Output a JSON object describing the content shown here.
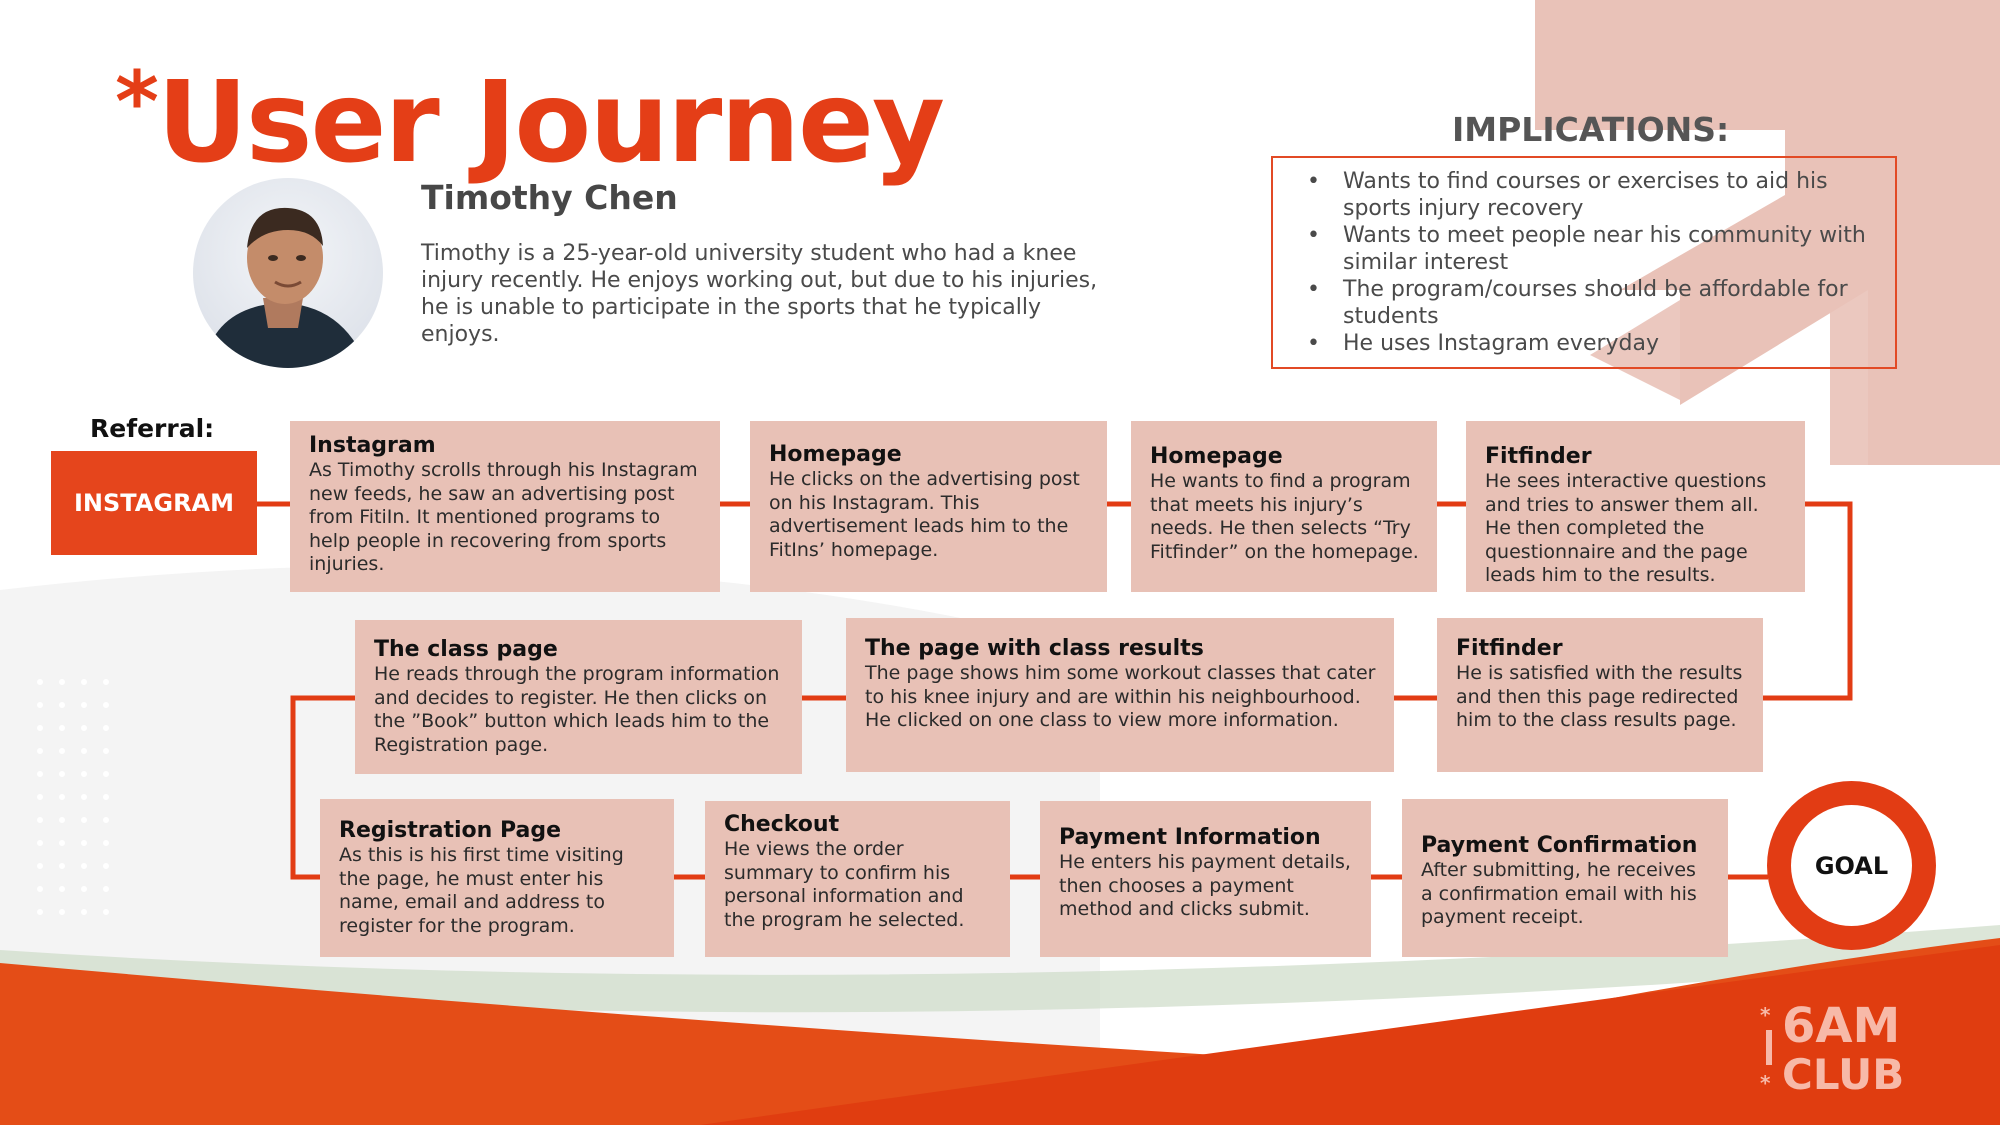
{
  "title": "User Journey",
  "title_mark": "*",
  "persona": {
    "name": "Timothy Chen",
    "description": "Timothy is a 25-year-old university student who had a knee injury recently. He enjoys working out, but due to his injuries, he is unable to participate in the sports that he typically enjoys."
  },
  "implications": {
    "title": "IMPLICATIONS:",
    "items": [
      "Wants to find courses or exercises to aid his sports injury recovery",
      "Wants to meet people near his community with similar interest",
      "The program/courses should be affordable for students",
      "He uses Instagram everyday"
    ]
  },
  "referral": {
    "label": "Referral:",
    "source": "INSTAGRAM"
  },
  "steps": [
    {
      "title": "Instagram",
      "desc": "As Timothy scrolls through his Instagram new feeds, he saw an advertising post from FitiIn. It mentioned  programs to help people in recovering from sports injuries."
    },
    {
      "title": "Homepage",
      "desc": "He clicks on the advertising post on his Instagram. This advertisement leads him to the FitIns’ homepage."
    },
    {
      "title": "Homepage",
      "desc": "He wants to find a program that meets his injury’s needs. He then selects “Try Fitfinder” on the homepage."
    },
    {
      "title": "Fitfinder",
      "desc": "He sees interactive questions and tries to answer them all. He then completed  the questionnaire and the page leads him to the results."
    },
    {
      "title": "Fitfinder",
      "desc": "He is satisfied with the results and then this page redirected him to the class results page."
    },
    {
      "title": "The page with class results",
      "desc": "The page shows him some workout classes that cater to his knee injury and are within his neighbourhood. He clicked on one class to view more information."
    },
    {
      "title": "The class page",
      "desc": "He reads through the program information and decides to register. He then clicks on the ”Book” button which leads him to the Registration  page."
    },
    {
      "title": "Registration Page",
      "desc": "As this is his first time visiting the page, he must enter his name, email and address to register for the program."
    },
    {
      "title": "Checkout",
      "desc": "He views the order summary to confirm his personal information and the program he selected."
    },
    {
      "title": "Payment Information",
      "desc": "He enters his payment details, then chooses a payment method and clicks submit."
    },
    {
      "title": "Payment Confirmation",
      "desc": "After submitting, he  receives a confirmation email with his payment receipt."
    }
  ],
  "goal": "GOAL",
  "logo": {
    "line1": "6AM",
    "line2": "CLUB"
  },
  "colors": {
    "accent": "#e43e17",
    "card": "#e8c1b6",
    "decor": "#e9c2b8",
    "footer": "#e2400f"
  }
}
